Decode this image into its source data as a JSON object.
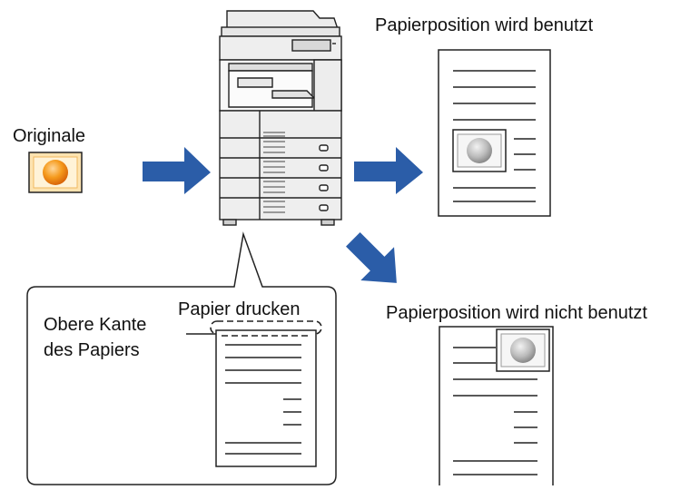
{
  "labels": {
    "originals": "Originale",
    "used_title": "Papierposition wird benutzt",
    "not_used_title": "Papierposition wird nicht benutzt",
    "print_paper": "Papier drucken",
    "top_edge_line1": "Obere Kante",
    "top_edge_line2": "des Papiers"
  },
  "colors": {
    "arrow": "#2b5da8",
    "original_fill": "#f59a1c",
    "original_frame": "#f5c96b",
    "stroke": "#111111",
    "image_gray": "#b8b8b8"
  },
  "icons": [
    "copier-machine-icon",
    "arrow-right-icon",
    "arrow-diagonal-icon",
    "paper-sheet-icon",
    "photo-thumbnail-icon"
  ]
}
